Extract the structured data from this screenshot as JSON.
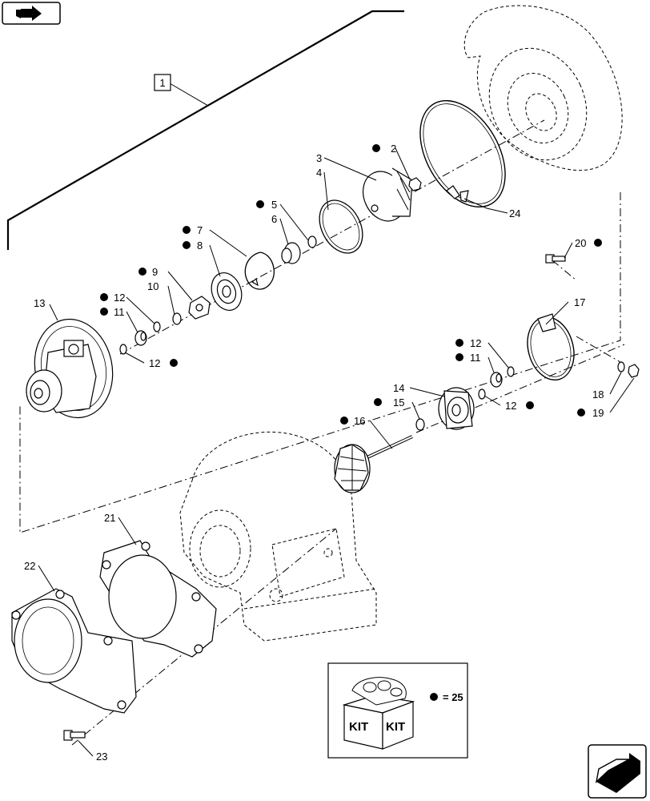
{
  "diagram": {
    "group_label": "1",
    "callouts": {
      "c2": "2",
      "c3": "3",
      "c4": "4",
      "c5": "5",
      "c6": "6",
      "c7": "7",
      "c8": "8",
      "c9": "9",
      "c10": "10",
      "c11a": "11",
      "c11b": "11",
      "c12a": "12",
      "c12b": "12",
      "c12c": "12",
      "c12d": "12",
      "c13": "13",
      "c14": "14",
      "c15": "15",
      "c16": "16",
      "c17": "17",
      "c18": "18",
      "c19": "19",
      "c20": "20",
      "c21": "21",
      "c22": "22",
      "c23": "23",
      "c24": "24"
    },
    "kit": {
      "legend_value": "= 25",
      "box_text_1": "KIT",
      "box_text_2": "KIT"
    },
    "icons": {
      "top_left": "book-arrow-icon",
      "bottom_right": "next-page-arrow-icon"
    }
  }
}
